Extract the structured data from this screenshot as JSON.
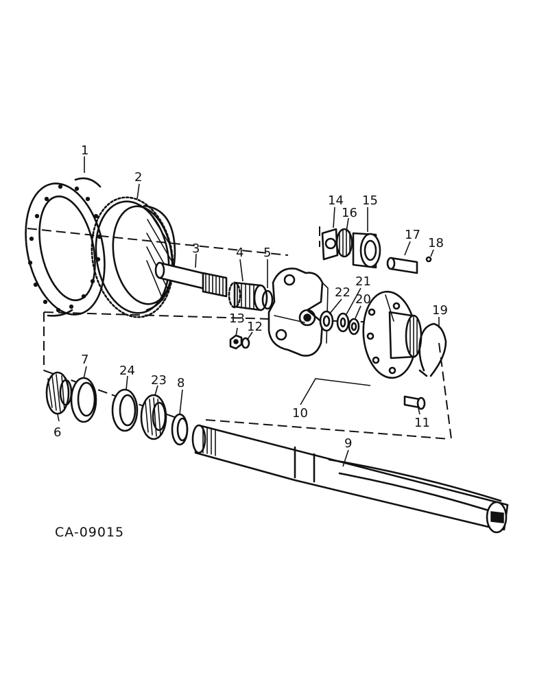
{
  "diagram": {
    "code": "CA-09015",
    "callouts": [
      "1",
      "2",
      "3",
      "4",
      "5",
      "6",
      "7",
      "8",
      "9",
      "10",
      "11",
      "12",
      "13",
      "14",
      "15",
      "16",
      "17",
      "18",
      "19",
      "20",
      "21",
      "22",
      "23",
      "24"
    ]
  }
}
